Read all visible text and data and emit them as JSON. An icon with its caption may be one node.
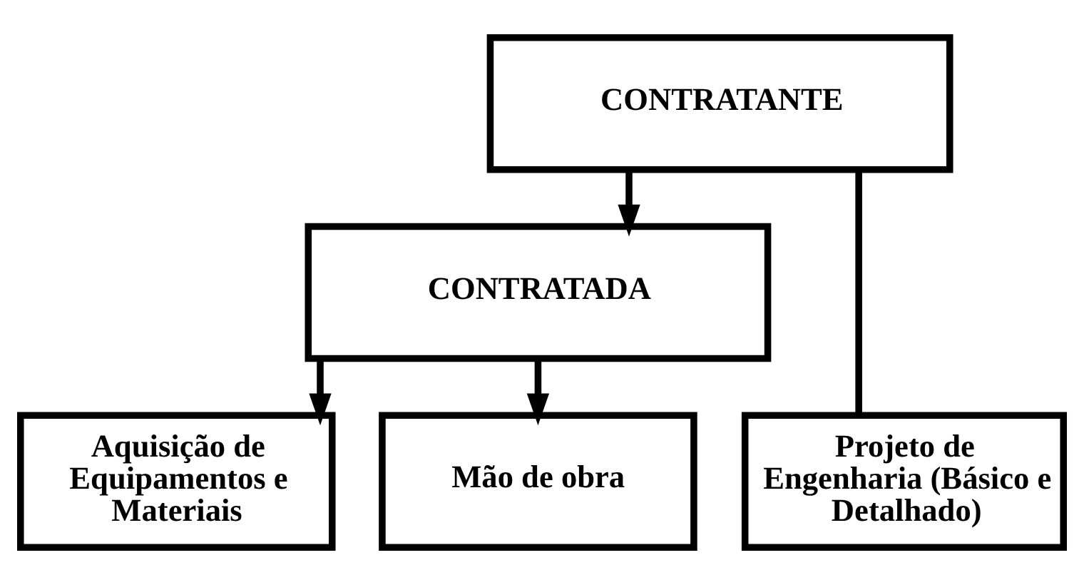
{
  "diagram": {
    "nodes": [
      {
        "text": [
          "CONTRATANTE"
        ]
      },
      {
        "text": [
          "CONTRATADA"
        ]
      },
      {
        "text": [
          "Projeto de Engenharia (Básico e Detalhado)"
        ]
      },
      {
        "text": [
          "Aquisição de Equipamentos e Materiais"
        ]
      },
      {
        "text": [
          "Mão de obra"
        ]
      }
    ],
    "edges": [
      {
        "from": 0,
        "to": 2,
        "arrow": "none"
      },
      {
        "from": 0,
        "to": 1,
        "arrow": "to"
      },
      {
        "from": 1,
        "to": 3,
        "arrow": "to"
      },
      {
        "from": 1,
        "to": 4,
        "arrow": "to"
      }
    ]
  }
}
